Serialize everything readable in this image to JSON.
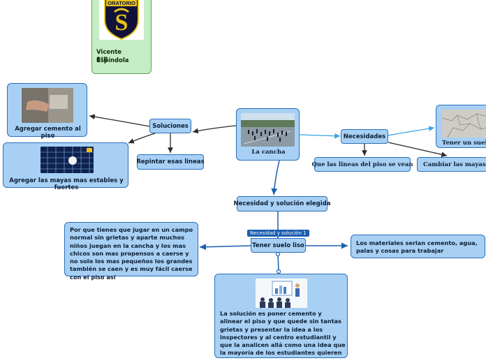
{
  "student": {
    "logo_text": "ORATORIO",
    "name": "Vicente Espíndola",
    "grade": "8°B"
  },
  "central": {
    "label": "La cancha"
  },
  "soluciones": {
    "label": "Soluciones",
    "items": [
      {
        "label": "Agregar cemento al piso"
      },
      {
        "label": "Agregar las mayas mas estables y fuertes"
      },
      {
        "label": "Repintar esas lineas"
      }
    ]
  },
  "necesidades": {
    "label": "Necesidades",
    "items": [
      {
        "label": "Tener un suelo l"
      },
      {
        "label": "Que las lineas del piso se vean"
      },
      {
        "label": "Cambiar las mayas de"
      }
    ]
  },
  "elegida": {
    "label": "Necesidad y solución elegida",
    "tag": "Necesidad y solución 1",
    "main": "Tener suelo liso",
    "left_text": "Por que tienes que jugar en un campo normal sin grietas y aparte muchos niños juegan en la cancha y los mas chicos son mas propensos a caerse y no solo los mas pequeños los grandes también se caen y es muy fácil caerse con el piso así",
    "right_text": "Los materiales serian cemento, agua, palas y cosas para trabajar",
    "bottom_text": "La solución es poner cemento y alinear el piso y que quede sin tantas  grietas y presentar la idea a los inspectores y al centro estudiantil y que la analicen allá como una idea que la mayoría de los estudiantes quieren"
  },
  "colors": {
    "node_fill": "#a8d0f5",
    "node_border": "#2a6fb8",
    "green_fill": "#c6ecc4",
    "connector_blue": "#1a5fb0",
    "connector_light": "#3aa3e0",
    "connector_dark": "#2b2b2b"
  }
}
